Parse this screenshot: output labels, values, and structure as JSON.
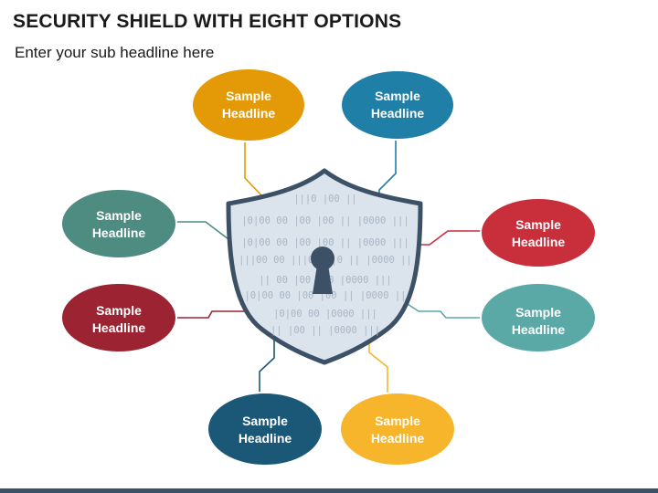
{
  "title": "SECURITY SHIELD WITH EIGHT OPTIONS",
  "subtitle": "Enter your sub headline here",
  "shield": {
    "fill": "#dbe3ec",
    "stroke": "#3d5166",
    "binary_lines": [
      "|||0 |00 ||",
      "|0|00 00 |00 |00 || |0000 |||",
      "|0|00 00 |00 |00 || |0000 |||",
      "|||00 00 |||00 0|0 || |0000 ||",
      "|| 00 |00 |00 |0000 |||",
      "|0|00 00 |00 |00 || |0000 ||",
      "|0|00 00 |0000 |||",
      "|| |00 || |0000 |||"
    ]
  },
  "options": [
    {
      "line1": "Sample",
      "line2": "Headline",
      "color": "#e39a06"
    },
    {
      "line1": "Sample",
      "line2": "Headline",
      "color": "#1f7fa6"
    },
    {
      "line1": "Sample",
      "line2": "Headline",
      "color": "#4e8b81"
    },
    {
      "line1": "Sample",
      "line2": "Headline",
      "color": "#c92f3b"
    },
    {
      "line1": "Sample",
      "line2": "Headline",
      "color": "#9c2332"
    },
    {
      "line1": "Sample",
      "line2": "Headline",
      "color": "#5ba9a6"
    },
    {
      "line1": "Sample",
      "line2": "Headline",
      "color": "#1b5878"
    },
    {
      "line1": "Sample",
      "line2": "Headline",
      "color": "#f6b52a"
    }
  ]
}
